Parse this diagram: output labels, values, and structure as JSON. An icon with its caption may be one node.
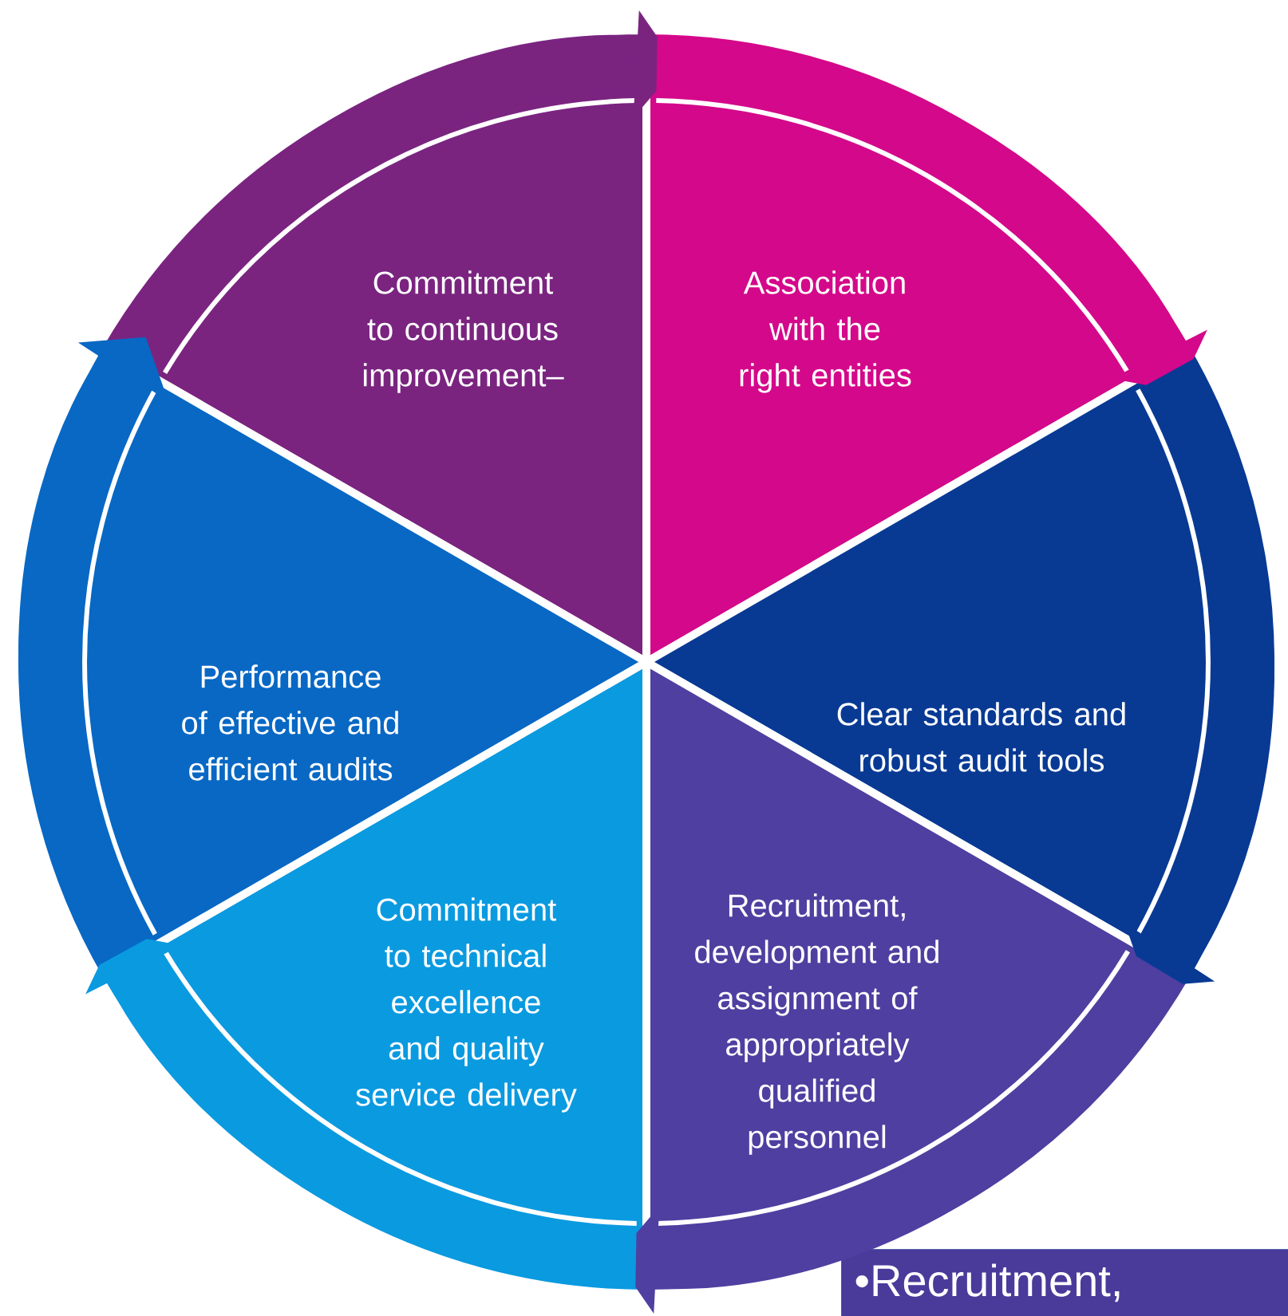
{
  "diagram": {
    "nodes": [
      {
        "text": [
          "Commitment to continuous improvement–"
        ]
      },
      {
        "text": [
          "Association with the right entities"
        ]
      },
      {
        "text": [
          "Clear standards and robust audit tools"
        ]
      },
      {
        "text": [
          "Recruitment, development and assignment of appropriately qualified personnel"
        ]
      },
      {
        "text": [
          "Commitment to technical excellence and quality service delivery"
        ]
      },
      {
        "text": [
          "Performance of effective and efficient audits"
        ]
      },
      {
        "text": [
          "•Recruitment,"
        ]
      }
    ],
    "edges": [
      {
        "from": 0,
        "to": 1,
        "arrow": "to",
        "color": "#7a2480"
      },
      {
        "from": 1,
        "to": 2,
        "arrow": "to",
        "color": "#d4088a"
      },
      {
        "from": 2,
        "to": 3,
        "arrow": "to",
        "color": "#083a94"
      },
      {
        "from": 3,
        "to": 4,
        "arrow": "to",
        "color": "#4f3fa0"
      },
      {
        "from": 4,
        "to": 5,
        "arrow": "to",
        "color": "#0a9ae0"
      },
      {
        "from": 5,
        "to": 0,
        "arrow": "to",
        "color": "#0868c4"
      }
    ]
  }
}
